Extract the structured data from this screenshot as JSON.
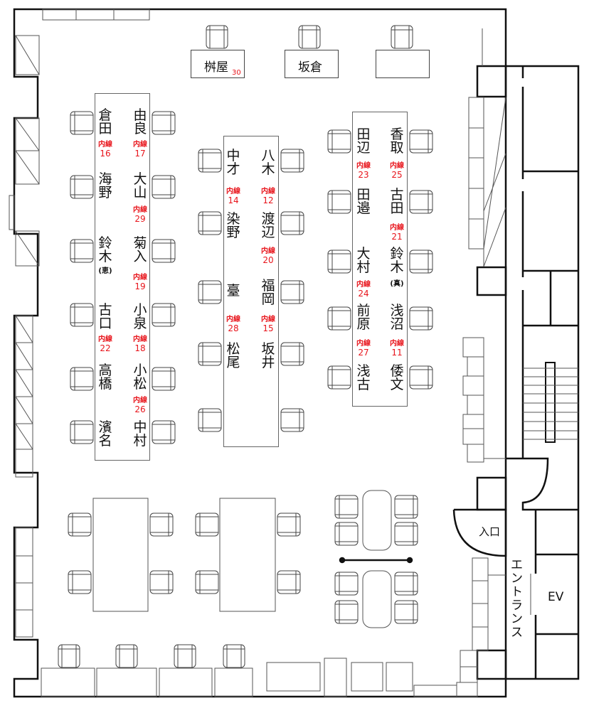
{
  "ext_label": "内線",
  "top_rooms": [
    {
      "name": "桝屋",
      "ext": "30"
    },
    {
      "name": "坂倉"
    },
    {
      "name": ""
    }
  ],
  "left_table": {
    "left_column": [
      {
        "name": "倉田",
        "ext": "16"
      },
      {
        "name": "海野"
      },
      {
        "name": "鈴木",
        "note": "(恵)"
      },
      {
        "name": "古口",
        "ext": "22"
      },
      {
        "name": "高橋"
      },
      {
        "name": "濱名"
      }
    ],
    "right_column": [
      {
        "name": "由良",
        "ext": "17"
      },
      {
        "name": "大山",
        "ext": "29"
      },
      {
        "name": "菊入",
        "ext": "19"
      },
      {
        "name": "小泉",
        "ext": "18"
      },
      {
        "name": "小松",
        "ext": "26"
      },
      {
        "name": "中村"
      }
    ]
  },
  "middle_table": {
    "left_column": [
      {
        "name": "中才",
        "ext": "14"
      },
      {
        "name": "染野"
      },
      {
        "name": "臺",
        "ext": "28"
      },
      {
        "name": "松尾"
      }
    ],
    "right_column": [
      {
        "name": "八木",
        "ext": "12"
      },
      {
        "name": "渡辺",
        "ext": "20"
      },
      {
        "name": "福岡",
        "ext": "15"
      },
      {
        "name": "坂井"
      }
    ]
  },
  "right_table": {
    "left_column": [
      {
        "name": "田辺",
        "ext": "23"
      },
      {
        "name": "田邉"
      },
      {
        "name": "大村",
        "ext": "24"
      },
      {
        "name": "前原",
        "ext": "27"
      },
      {
        "name": "浅古"
      }
    ],
    "right_column": [
      {
        "name": "香取",
        "ext": "25"
      },
      {
        "name": "古田",
        "ext": "21"
      },
      {
        "name": "鈴木",
        "note": "(真)"
      },
      {
        "name": "浅沼",
        "ext": "11"
      },
      {
        "name": "倭文"
      }
    ]
  },
  "labels": {
    "entrance_door": "入口",
    "entrance_hall": "エントランス",
    "elevator": "EV"
  }
}
